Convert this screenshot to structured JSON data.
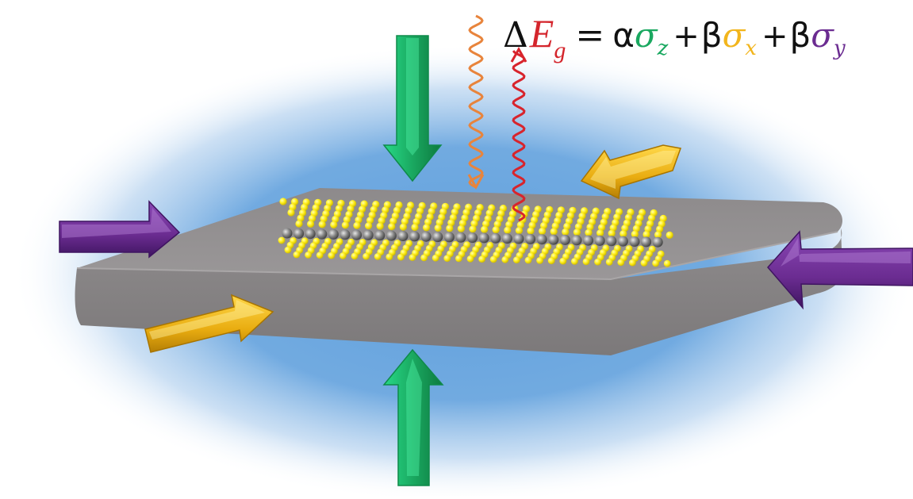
{
  "formula": {
    "delta": "Δ",
    "energy_symbol": "E",
    "energy_subscript": "g",
    "equals": "=",
    "term_z": {
      "coefficient": "α",
      "symbol": "σ",
      "subscript": "z"
    },
    "plus_1": "+",
    "term_x": {
      "coefficient": "β",
      "symbol": "σ",
      "subscript": "x"
    },
    "plus_2": "+",
    "term_y": {
      "coefficient": "β",
      "symbol": "σ",
      "subscript": "y"
    }
  },
  "colors": {
    "energy": "#d4252c",
    "stress_z": "#1aa860",
    "stress_x": "#f2b51c",
    "stress_y": "#6b2c91",
    "substrate": "#8f8c8d",
    "sulfur_atoms": "#ffee1a",
    "metal_atoms": "#7a7a7a",
    "incident_light": "#e8843c",
    "emitted_light": "#d8242c",
    "glow": "#5f9fdc"
  },
  "icons": {
    "stress_z_top": "arrow-down-icon",
    "stress_z_bottom": "arrow-up-icon",
    "stress_x_left": "arrow-right-icon",
    "stress_x_right": "arrow-left-icon",
    "stress_y_left": "arrow-right-icon",
    "stress_y_right": "arrow-left-icon",
    "incident_photon": "wavy-arrow-down-icon",
    "emitted_photon": "wavy-arrow-up-icon"
  }
}
